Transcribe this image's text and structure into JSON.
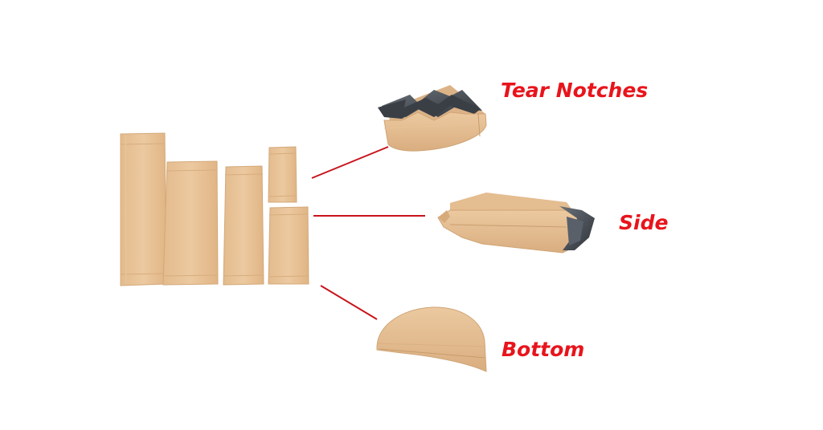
{
  "labels": {
    "tear_notches": "Tear Notches",
    "side": "Side",
    "bottom": "Bottom"
  },
  "colors": {
    "kraft": "#e8c49a",
    "kraft_shadow": "#d9b082",
    "kraft_edge": "#c99d6c",
    "liner": "#50565e",
    "liner_dark": "#2b2f35",
    "callout_line": "#c8141c",
    "label_text": "#e8141c"
  }
}
